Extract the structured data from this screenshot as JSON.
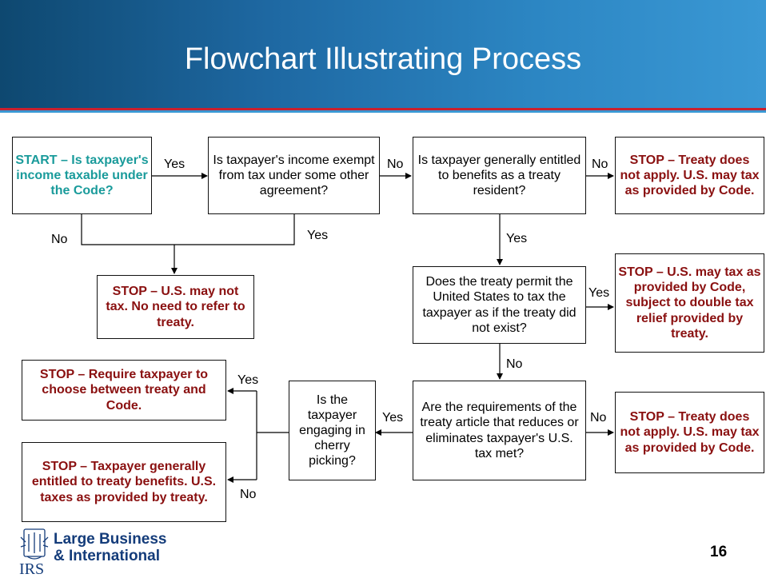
{
  "title": "Flowchart Illustrating Process",
  "nodes": {
    "start": "START – Is taxpayer's income taxable under the Code?",
    "q_exempt": "Is taxpayer's income exempt from tax under some other agreement?",
    "q_entitled": "Is taxpayer generally entitled to benefits as a treaty resident?",
    "stop_treaty_not_apply_1": "STOP – Treaty does not apply. U.S. may tax as provided by Code.",
    "stop_no_tax": "STOP – U.S. may not tax. No need to refer to treaty.",
    "q_permit": "Does the treaty permit the United States to tax the taxpayer as if the treaty did not exist?",
    "stop_code_relief": "STOP – U.S. may tax as provided by Code, subject to double tax relief provided by treaty.",
    "q_requirements": "Are the requirements of the treaty article that reduces or eliminates taxpayer's U.S. tax met?",
    "stop_treaty_not_apply_2": "STOP – Treaty does not apply. U.S. may tax as provided by Code.",
    "q_cherry": "Is the taxpayer engaging in cherry picking?",
    "stop_choose": "STOP – Require taxpayer to choose between treaty and Code.",
    "stop_entitled": "STOP – Taxpayer generally entitled to treaty benefits. U.S. taxes as provided by treaty."
  },
  "labels": {
    "yes_1": "Yes",
    "no_1": "No",
    "no_2": "No",
    "yes_2": "Yes",
    "no_3": "No",
    "yes_3": "Yes",
    "yes_4": "Yes",
    "no_4": "No",
    "no_5": "No",
    "yes_5": "Yes",
    "yes_6": "Yes",
    "no_6": "No"
  },
  "footer": {
    "logo_line1": "Large Business",
    "logo_line2": "& International",
    "logo_mark": "IRS",
    "page_number": "16"
  }
}
